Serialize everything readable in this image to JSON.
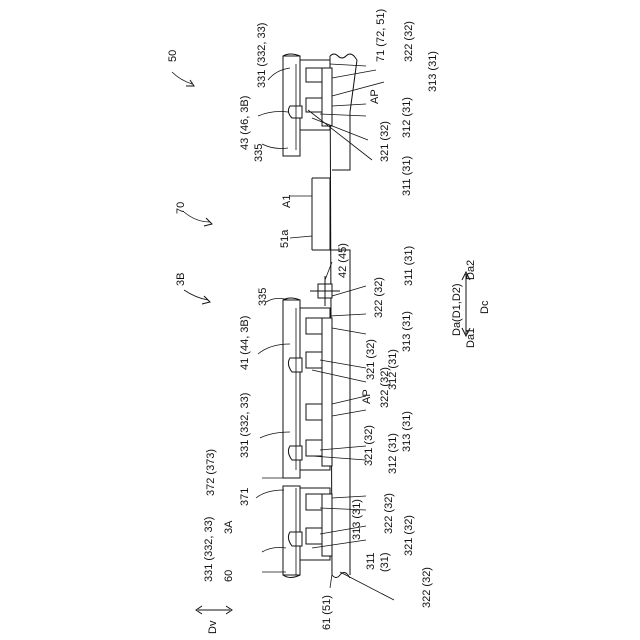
{
  "labels": {
    "ref_50": "50",
    "ref_331_top": "331 (332, 33)",
    "ref_43": "43 (46, 3B)",
    "ref_335_top": "335",
    "ref_71": "71 (72, 51)",
    "ref_322_top": "322 (32)",
    "ref_313_top": "313 (31)",
    "ref_AP_top": "AP",
    "ref_312_top": "312 (31)",
    "ref_321_top": "321 (32)",
    "ref_311_top": "311 (31)",
    "ref_A1": "A1",
    "ref_51a": "51a",
    "ref_70": "70",
    "ref_42": "42 (45)",
    "ref_311_mid": "311 (31)",
    "ref_3B": "3B",
    "ref_335_mid": "335",
    "ref_322_mid": "322 (32)",
    "ref_41": "41 (44, 3B)",
    "ref_313_mid": "313 (31)",
    "ref_321_mid": "321 (32)",
    "ref_312_mid": "312 (31)",
    "ref_AP_mid": "AP",
    "ref_331_mid": "331 (332, 33)",
    "ref_322_mid2": "322 (32)",
    "ref_321_mid2": "321 (32)",
    "ref_313_mid2": "313 (31)",
    "ref_312_mid2": "312 (31)",
    "ref_372": "372 (373)",
    "ref_371": "371",
    "ref_3A": "3A",
    "ref_331_bot": "331 (332, 33)",
    "ref_322_bot": "322 (32)",
    "ref_313_bot": "313 (31)",
    "ref_321_bot": "321 (32)",
    "ref_311_bot": "311",
    "ref_31_bot": "(31)",
    "ref_60": "60",
    "ref_61": "61 (51)",
    "ref_322_bot2": "322 (32)",
    "ref_Dv": "Dv",
    "dir_Da": "Da(D1,D2)",
    "dir_Da1": "Da1",
    "dir_Da2": "Da2",
    "dir_Dc": "Dc"
  }
}
